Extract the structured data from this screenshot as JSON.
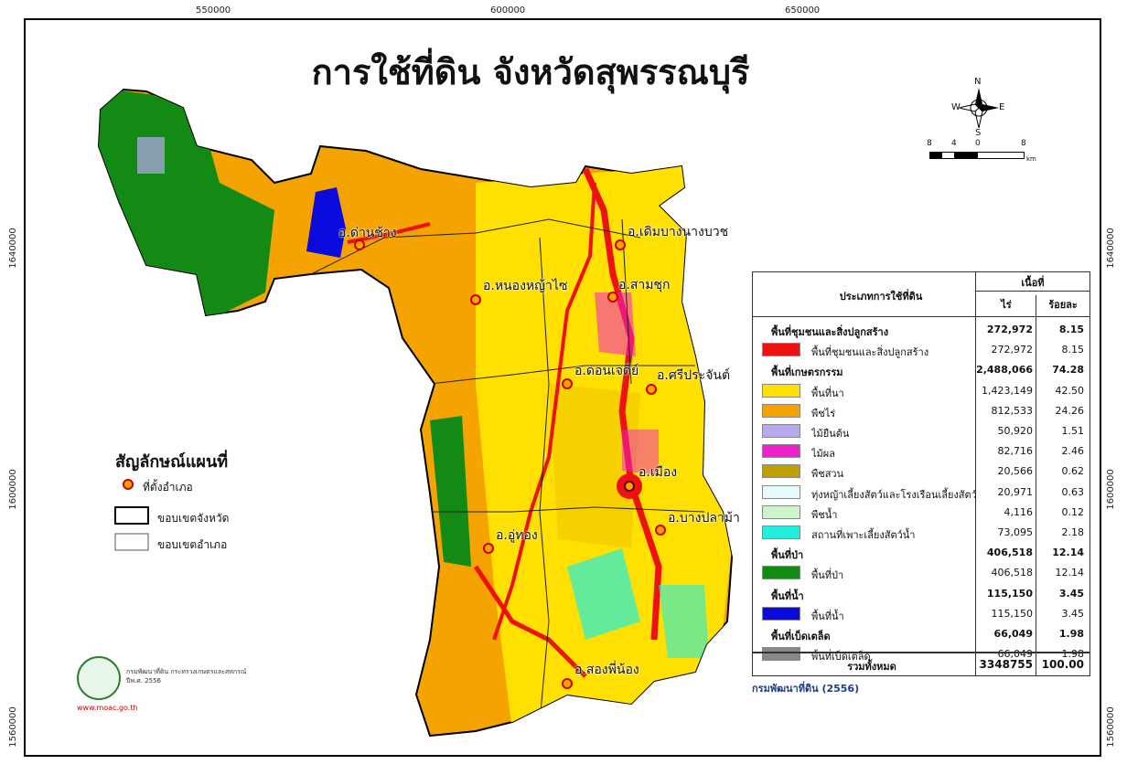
{
  "title": "การใช้ที่ดิน จังหวัดสุพรรณบุรี",
  "coordinates": {
    "top": [
      "550000",
      "600000",
      "650000"
    ],
    "left": [
      "1640000",
      "1600000",
      "1560000"
    ],
    "right": [
      "1640000",
      "1600000",
      "1560000"
    ]
  },
  "compass": {
    "n": "N",
    "s": "S",
    "e": "E",
    "w": "W"
  },
  "scale": {
    "labels": [
      "8",
      "4",
      "0",
      "8"
    ],
    "unit": "km"
  },
  "places": [
    {
      "name": "อ.ด่านช้าง"
    },
    {
      "name": "อ.เดิมบางนางบวช"
    },
    {
      "name": "อ.หนองหญ้าไซ"
    },
    {
      "name": "อ.สามชุก"
    },
    {
      "name": "อ.ดอนเจดีย์"
    },
    {
      "name": "อ.ศรีประจันต์"
    },
    {
      "name": "อ.เมือง"
    },
    {
      "name": "อ.บางปลาม้า"
    },
    {
      "name": "อ.อู่ทอง"
    },
    {
      "name": "อ.สองพี่น้อง"
    }
  ],
  "symbols": {
    "title": "สัญลักษณ์แผนที่",
    "items": [
      {
        "label": "ที่ตั้งอำเภอ"
      },
      {
        "label": "ขอบเขตจังหวัด"
      },
      {
        "label": "ขอบเขตอำเภอ"
      }
    ]
  },
  "legend": {
    "header_type": "ประเภทการใช้ที่ดิน",
    "header_area": "เนื้อที่",
    "header_rai": "ไร่",
    "header_pct": "ร้อยละ",
    "rows": [
      {
        "kind": "cat",
        "name": "พื้นที่ชุมชนและสิ่งปลูกสร้าง",
        "rai": "272,972",
        "pct": "8.15"
      },
      {
        "kind": "item",
        "name": "พื้นที่ชุมชนและสิ่งปลูกสร้าง",
        "rai": "272,972",
        "pct": "8.15",
        "color": "#ee1111"
      },
      {
        "kind": "cat",
        "name": "พื้นที่เกษตรกรรม",
        "rai": "2,488,066",
        "pct": "74.28"
      },
      {
        "kind": "item",
        "name": "พื้นที่นา",
        "rai": "1,423,149",
        "pct": "42.50",
        "color": "#ffe000"
      },
      {
        "kind": "item",
        "name": "พืชไร่",
        "rai": "812,533",
        "pct": "24.26",
        "color": "#f5a300"
      },
      {
        "kind": "item",
        "name": "ไม้ยืนต้น",
        "rai": "50,920",
        "pct": "1.51",
        "color": "#b8a8ee"
      },
      {
        "kind": "item",
        "name": "ไม้ผล",
        "rai": "82,716",
        "pct": "2.46",
        "color": "#ee22cc"
      },
      {
        "kind": "item",
        "name": "พืชสวน",
        "rai": "20,566",
        "pct": "0.62",
        "color": "#bfa000"
      },
      {
        "kind": "item",
        "name": "ทุ่งหญ้าเลี้ยงสัตว์และโรงเรือนเลี้ยงสัตว์",
        "rai": "20,971",
        "pct": "0.63",
        "color": "#e6fbfb"
      },
      {
        "kind": "item",
        "name": "พืชน้ำ",
        "rai": "4,116",
        "pct": "0.12",
        "color": "#ccf5cc"
      },
      {
        "kind": "item",
        "name": "สถานที่เพาะเลี้ยงสัตว์น้ำ",
        "rai": "73,095",
        "pct": "2.18",
        "color": "#22eedd"
      },
      {
        "kind": "cat",
        "name": "พื้นที่ป่า",
        "rai": "406,518",
        "pct": "12.14"
      },
      {
        "kind": "item",
        "name": "พื้นที่ป่า",
        "rai": "406,518",
        "pct": "12.14",
        "color": "#138a13"
      },
      {
        "kind": "cat",
        "name": "พื้นที่น้ำ",
        "rai": "115,150",
        "pct": "3.45"
      },
      {
        "kind": "item",
        "name": "พื้นที่น้ำ",
        "rai": "115,150",
        "pct": "3.45",
        "color": "#0a0adc"
      },
      {
        "kind": "cat",
        "name": "พื้นที่เบ็ดเตล็ด",
        "rai": "66,049",
        "pct": "1.98"
      },
      {
        "kind": "item",
        "name": "พื้นที่เบ็ดเตล็ด",
        "rai": "66,049",
        "pct": "1.98",
        "color": "#888888"
      }
    ],
    "total_label": "รวมทั้งหมด",
    "total_rai": "3348755",
    "total_pct": "100.00"
  },
  "source": "กรมพัฒนาที่ดิน (2556)",
  "logo": {
    "line1": "กรมพัฒนาที่ดิน กระทรวงเกษตรและสหกรณ์",
    "line2": "ปีพ.ศ. 2556",
    "url": "www.moac.go.th"
  },
  "colors": {
    "rice": "#ffe000",
    "field": "#f5a300",
    "urban": "#ee1111",
    "forest": "#138a13",
    "water": "#0a0adc"
  }
}
